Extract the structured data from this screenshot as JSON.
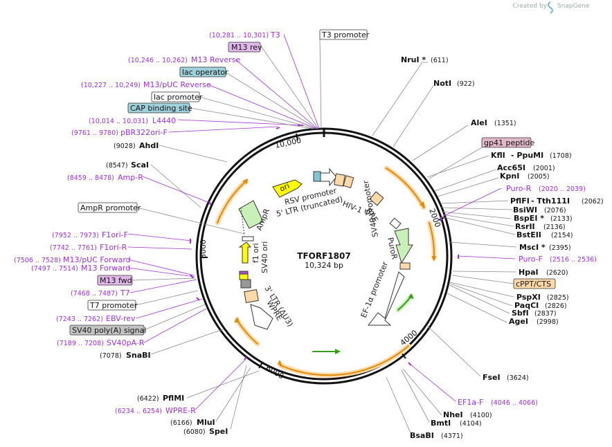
{
  "credit": {
    "text": "Created by",
    "brand": "SnapGene"
  },
  "plasmid": {
    "name": "TFORF1807",
    "size": "10,324 bp",
    "total_bp": 10324
  },
  "ticks": [
    "2000",
    "4000",
    "6000",
    "8000",
    "10,000"
  ],
  "enzymes": [
    {
      "name": "NruI *",
      "pos": "(611)"
    },
    {
      "name": "NotI",
      "pos": "(922)"
    },
    {
      "name": "AleI",
      "pos": "(1351)"
    },
    {
      "name": "KflI",
      "pos": "",
      "extra": "- PpuMI",
      "extra_pos": "(1708)"
    },
    {
      "name": "Acc65I",
      "pos": "(2001)"
    },
    {
      "name": "KpnI",
      "pos": "(2005)"
    },
    {
      "name": "PflFI",
      "pos": "",
      "extra": "- Tth111I",
      "extra_pos": "(2062)"
    },
    {
      "name": "BsiWI",
      "pos": "(2076)"
    },
    {
      "name": "BspEI *",
      "pos": "(2133)"
    },
    {
      "name": "RsrII",
      "pos": "(2136)"
    },
    {
      "name": "BstEII",
      "pos": "(2154)"
    },
    {
      "name": "MscI *",
      "pos": "(2395)"
    },
    {
      "name": "HpaI",
      "pos": "(2620)"
    },
    {
      "name": "PspXI",
      "pos": "(2825)"
    },
    {
      "name": "PaqCI",
      "pos": "(2826)"
    },
    {
      "name": "SbfI",
      "pos": "(2837)"
    },
    {
      "name": "AgeI",
      "pos": "(2998)"
    },
    {
      "name": "FseI",
      "pos": "(3624)"
    },
    {
      "name": "NheI",
      "pos": "(4100)"
    },
    {
      "name": "BmtI",
      "pos": "(4104)"
    },
    {
      "name": "BsaBI",
      "pos": "(4371)"
    },
    {
      "name": "SpeI",
      "pos": "(6080)"
    },
    {
      "name": "MluI",
      "pos": "(6166)"
    },
    {
      "name": "PflMI",
      "pos": "(6422)"
    },
    {
      "name": "SnaBI",
      "pos": "(7078)"
    },
    {
      "name": "ScaI",
      "pos": "(8547)"
    },
    {
      "name": "AhdI",
      "pos": "(9028)"
    }
  ],
  "primers": [
    {
      "name": "T3",
      "pos": "(10,281 .. 10,301)"
    },
    {
      "name": "M13 Reverse",
      "pos": "(10,246 .. 10,262)"
    },
    {
      "name": "M13/pUC Reverse",
      "pos": "(10,227 .. 10,249)"
    },
    {
      "name": "L4440",
      "pos": "(10,014 .. 10,031)"
    },
    {
      "name": "pBR322ori-F",
      "pos": "(9761 .. 9780)"
    },
    {
      "name": "Amp-R",
      "pos": "(8459 .. 8478)"
    },
    {
      "name": "F1ori-F",
      "pos": "(7952 .. 7973)"
    },
    {
      "name": "F1ori-R",
      "pos": "(7742 .. 7761)"
    },
    {
      "name": "M13/pUC Forward",
      "pos": "(7506 .. 7528)"
    },
    {
      "name": "M13 Forward",
      "pos": "(7497 .. 7514)"
    },
    {
      "name": "T7",
      "pos": "(7468 .. 7487)"
    },
    {
      "name": "EBV-rev",
      "pos": "(7243 .. 7262)"
    },
    {
      "name": "SV40pA-R",
      "pos": "(7189 .. 7208)"
    },
    {
      "name": "WPRE-R",
      "pos": "(6234 .. 6254)"
    },
    {
      "name": "Puro-R",
      "pos": "(2020 .. 2039)"
    },
    {
      "name": "Puro-F",
      "pos": "(2516 .. 2536)"
    },
    {
      "name": "EF1a-F",
      "pos": "(4046 .. 4066)"
    }
  ],
  "boxed_labels": [
    {
      "text": "T3 promoter"
    },
    {
      "text": "M13 rev"
    },
    {
      "text": "lac operator"
    },
    {
      "text": "lac promoter"
    },
    {
      "text": "CAP binding site"
    },
    {
      "text": "gp41 peptide"
    },
    {
      "text": "AmpR promoter"
    },
    {
      "text": "M13 fwd"
    },
    {
      "text": "T7 promoter"
    },
    {
      "text": "SV40 poly(A) signal"
    },
    {
      "text": "cPPT/CTS"
    }
  ],
  "inner_features": [
    {
      "text": "ori"
    },
    {
      "text": "RSV promoter"
    },
    {
      "text": "5' LTR (truncated)"
    },
    {
      "text": "HIV-1 Ψ"
    },
    {
      "text": "RRE"
    },
    {
      "text": "AmpR"
    },
    {
      "text": "f1 ori"
    },
    {
      "text": "SV40 ori"
    },
    {
      "text": "PuroR"
    },
    {
      "text": "SV40 promoter"
    },
    {
      "text": "EF-1α promoter"
    },
    {
      "text": "3' LTR (ΔU3)"
    },
    {
      "text": "WPRE"
    }
  ],
  "colors": {
    "primer": "#9b30d0",
    "orf": "#f5a623",
    "orf_fill": "#ffd9a8",
    "promoter_fill": "#ffffff",
    "green": "#6acd4e",
    "ori": "#ffff00",
    "misc": "#f8cfa8"
  }
}
